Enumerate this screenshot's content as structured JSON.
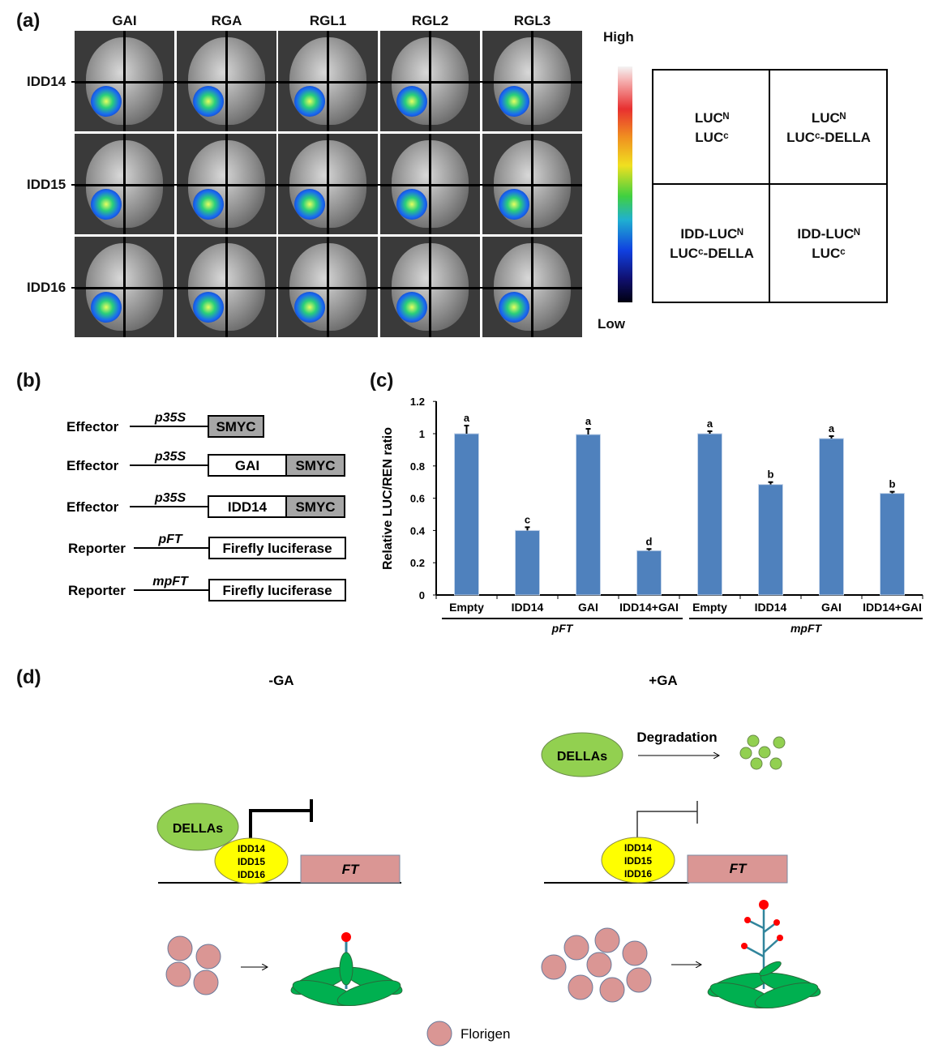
{
  "panel_a": {
    "label": "(a)",
    "columns": [
      "GAI",
      "RGA",
      "RGL1",
      "RGL2",
      "RGL3"
    ],
    "rows": [
      "IDD14",
      "IDD15",
      "IDD16"
    ],
    "scale": {
      "high": "High",
      "low": "Low"
    },
    "table": [
      [
        "LUCᴺ",
        "LUCᶜ"
      ],
      [
        "LUCᴺ",
        "LUCᶜ-DELLA"
      ],
      [
        "IDD-LUCᴺ",
        "LUCᶜ-DELLA"
      ],
      [
        "IDD-LUCᴺ",
        "LUCᶜ"
      ]
    ]
  },
  "panel_b": {
    "label": "(b)",
    "constructs": [
      {
        "role": "Effector",
        "promoter": "p35S",
        "boxes": [
          "SMYC"
        ]
      },
      {
        "role": "Effector",
        "promoter": "p35S",
        "boxes": [
          "GAI",
          "SMYC"
        ]
      },
      {
        "role": "Effector",
        "promoter": "p35S",
        "boxes": [
          "IDD14",
          "SMYC"
        ]
      },
      {
        "role": "Reporter",
        "promoter": "pFT",
        "boxes": [
          "Firefly luciferase"
        ]
      },
      {
        "role": "Reporter",
        "promoter": "mpFT",
        "boxes": [
          "Firefly luciferase"
        ]
      }
    ]
  },
  "panel_c": {
    "label": "(c)"
  },
  "chart_data": {
    "type": "bar",
    "title": "",
    "ylabel": "Relative LUC/REN ratio",
    "xlabel": "",
    "ylim": [
      0,
      1.2
    ],
    "yticks": [
      "0",
      "0.2",
      "0.4",
      "0.6",
      "0.8",
      "1",
      "1.2"
    ],
    "categories": [
      "Empty",
      "IDD14",
      "GAI",
      "IDD14+GAI",
      "Empty",
      "IDD14",
      "GAI",
      "IDD14+GAI"
    ],
    "groups": [
      "pFT",
      "mpFT"
    ],
    "values": [
      1.0,
      0.4,
      0.995,
      0.275,
      1.0,
      0.685,
      0.97,
      0.63
    ],
    "errors": [
      0.05,
      0.02,
      0.035,
      0.01,
      0.015,
      0.015,
      0.015,
      0.01
    ],
    "letters": [
      "a",
      "c",
      "a",
      "d",
      "a",
      "b",
      "a",
      "b"
    ],
    "color": "#4f81bd"
  },
  "panel_d": {
    "label": "(d)",
    "minus_ga": "-GA",
    "plus_ga": "+GA",
    "dellas": "DELLAs",
    "degradation": "Degradation",
    "idd": [
      "IDD14",
      "IDD15",
      "IDD16"
    ],
    "ft": "FT",
    "legend": "Florigen"
  }
}
